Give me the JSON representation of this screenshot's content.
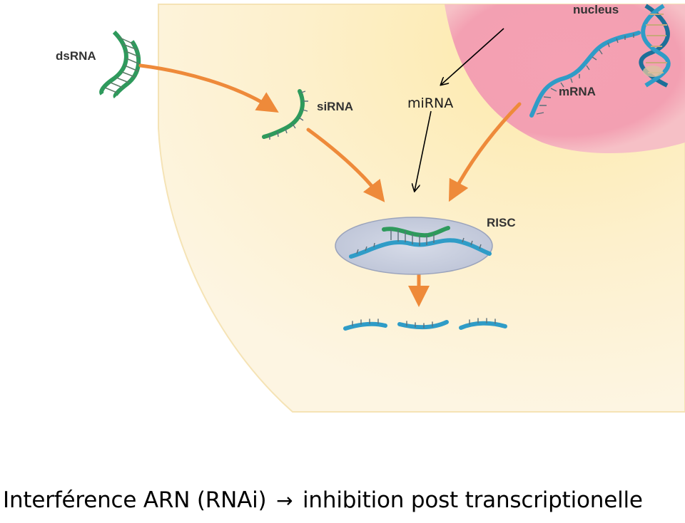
{
  "labels": {
    "dsrna": "dsRNA",
    "sirna": "siRNA",
    "mirna": "miRNA",
    "mrna": "mRNA",
    "nucleus": "nucleus",
    "risc": "RISC"
  },
  "caption": {
    "left": "Interférence ARN (RNAi)",
    "arrow": "→",
    "right": "inhibition post transcriptionelle"
  },
  "colors": {
    "cytoplasm": "#fdf0c8",
    "nucleus": "#f28fa6",
    "green_rna": "#2e9a5c",
    "blue_rna": "#2f9cc7",
    "orange_arrow": "#ee8a3a",
    "risc_complex": "#c9cfe0"
  }
}
